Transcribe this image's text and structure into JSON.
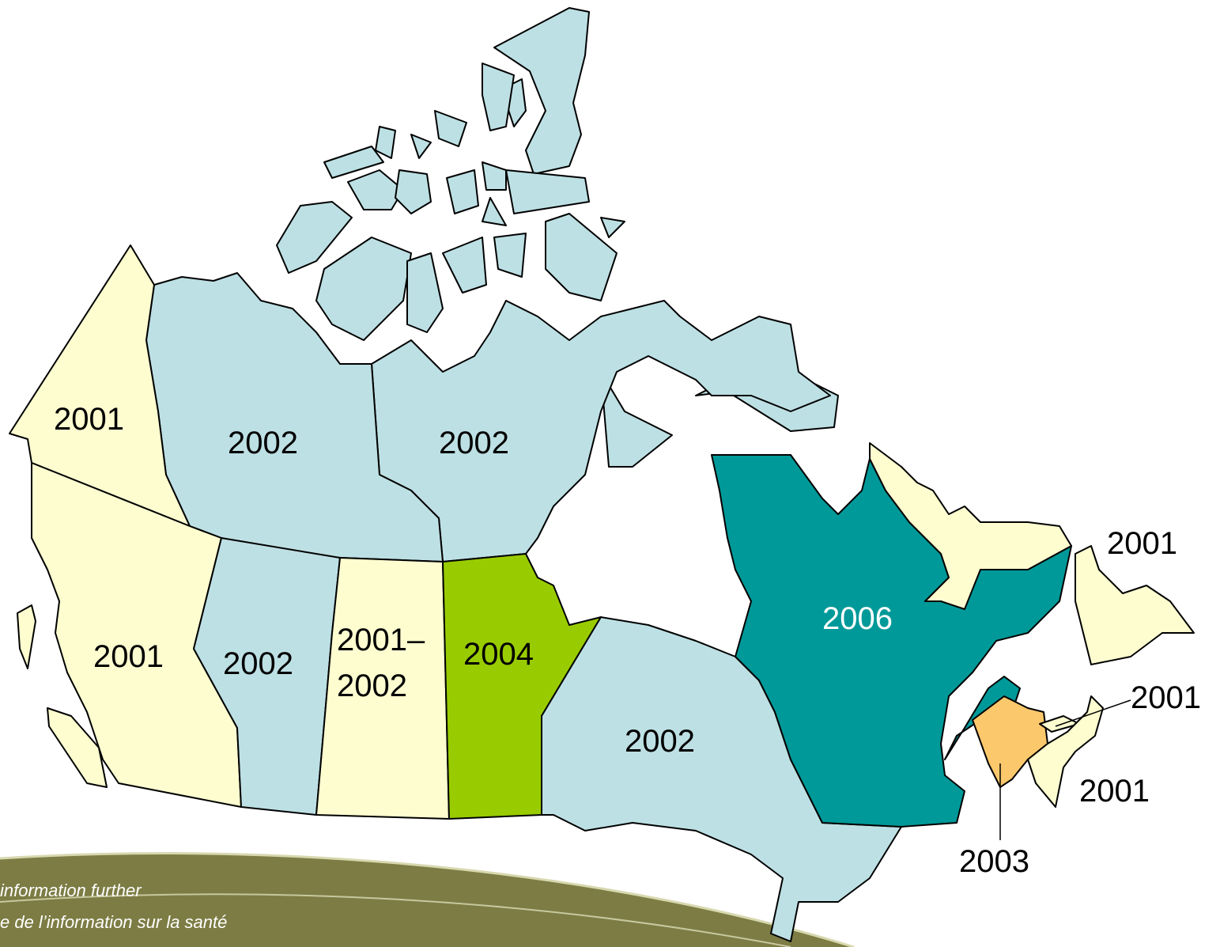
{
  "colors": {
    "light_yellow": "#fdfdd0",
    "light_blue": "#bde0e4",
    "teal": "#009999",
    "green": "#99cc00",
    "orange": "#fcc86c",
    "footer_olive": "#7c7c44",
    "footer_olive_light": "#9a9a5c"
  },
  "regions": [
    {
      "id": "yukon",
      "label": "2001"
    },
    {
      "id": "northwest-territories",
      "label": "2002"
    },
    {
      "id": "nunavut",
      "label": "2002"
    },
    {
      "id": "british-columbia",
      "label": "2001"
    },
    {
      "id": "alberta",
      "label": "2002"
    },
    {
      "id": "saskatchewan",
      "label": "2001–\n2002",
      "label_lines": [
        "2001–",
        "2002"
      ]
    },
    {
      "id": "manitoba",
      "label": "2004"
    },
    {
      "id": "ontario",
      "label": "2002"
    },
    {
      "id": "quebec",
      "label": "2006"
    },
    {
      "id": "newfoundland-labrador",
      "label": "2001"
    },
    {
      "id": "prince-edward-island",
      "label": "2001"
    },
    {
      "id": "nova-scotia",
      "label": "2001"
    },
    {
      "id": "new-brunswick",
      "label": "2003"
    }
  ],
  "footer": {
    "line1": "information further",
    "line2": "e de l’information sur la santé"
  }
}
